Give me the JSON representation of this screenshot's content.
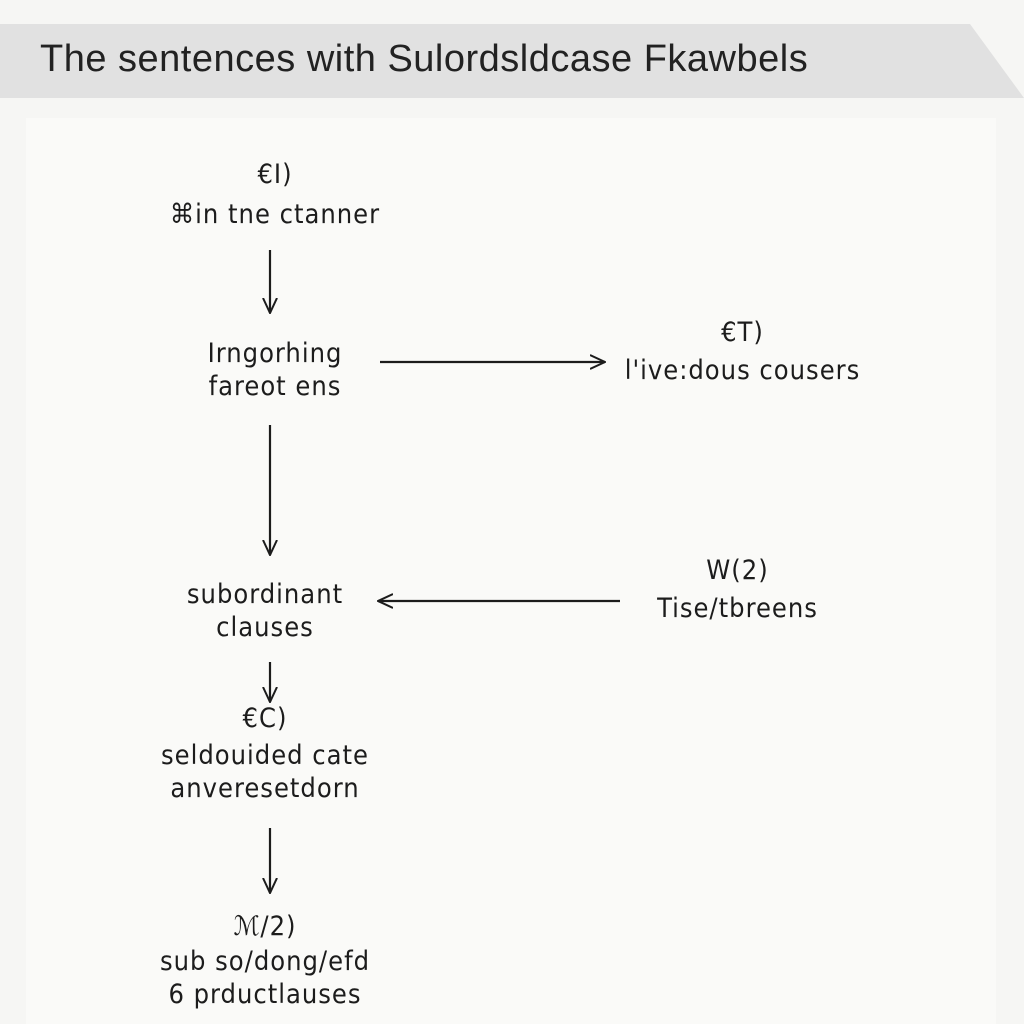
{
  "diagram": {
    "title": "The sentences with Sulordsldcase Fkawbels",
    "nodes": {
      "top": {
        "marker": "€I)",
        "line1": "⌘in tne ctanner"
      },
      "middle": {
        "line1": "Irngorhing",
        "line2": "fareot ens"
      },
      "right_top": {
        "marker": "€T)",
        "line1": "l'ive:dous cousers"
      },
      "subordinant": {
        "line1": "subordinant",
        "line2": "clauses"
      },
      "right_bottom": {
        "marker": "W(2)",
        "line1": "Tise/tbreens"
      },
      "lower": {
        "marker": "€C)",
        "line1": "seldouided cate",
        "line2": "anveresetdorn"
      },
      "bottom": {
        "marker": "ℳ/2)",
        "line1": "sub so/dong/efd",
        "line2": "6 prductlauses"
      }
    }
  }
}
